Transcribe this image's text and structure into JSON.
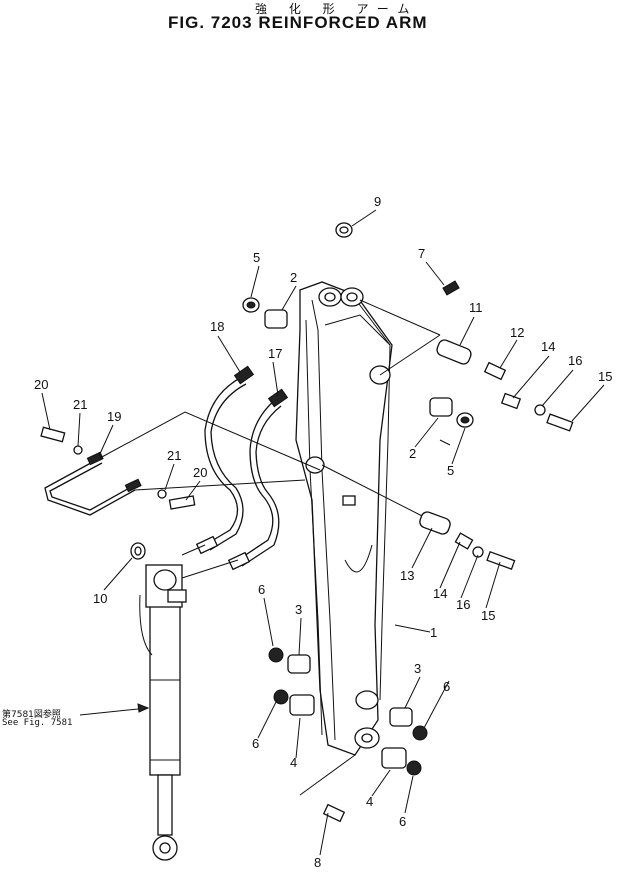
{
  "title_jp": "強 化 形  アーム",
  "title_en": "FIG. 7203   REINFORCED  ARM",
  "reference_note": {
    "jp": "第7581図参照",
    "en": "See Fig. 7581"
  },
  "callouts": [
    "1",
    "2",
    "2",
    "3",
    "3",
    "4",
    "4",
    "5",
    "5",
    "6",
    "6",
    "6",
    "6",
    "7",
    "8",
    "9",
    "10",
    "11",
    "12",
    "13",
    "14",
    "14",
    "15",
    "15",
    "16",
    "16",
    "17",
    "18",
    "19",
    "20",
    "20",
    "21",
    "21"
  ]
}
